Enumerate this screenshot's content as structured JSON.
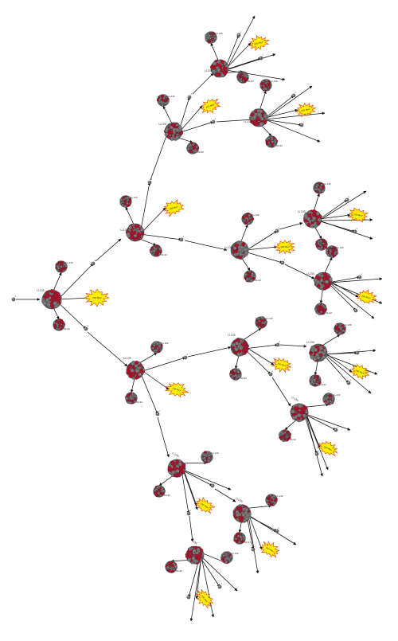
{
  "labels": {
    "u235": "U-235",
    "cs140": "Cs-140",
    "rb92": "Rb-92",
    "neutron": "n",
    "energy": "200 MeV"
  },
  "colors": {
    "proton": "#b0102a",
    "neutron_particle": "#7a7a7a",
    "free_neutron": "#666666",
    "burst_fill": "#ffee00",
    "burst_stroke": "#e23b00",
    "arrow": "#111111"
  }
}
